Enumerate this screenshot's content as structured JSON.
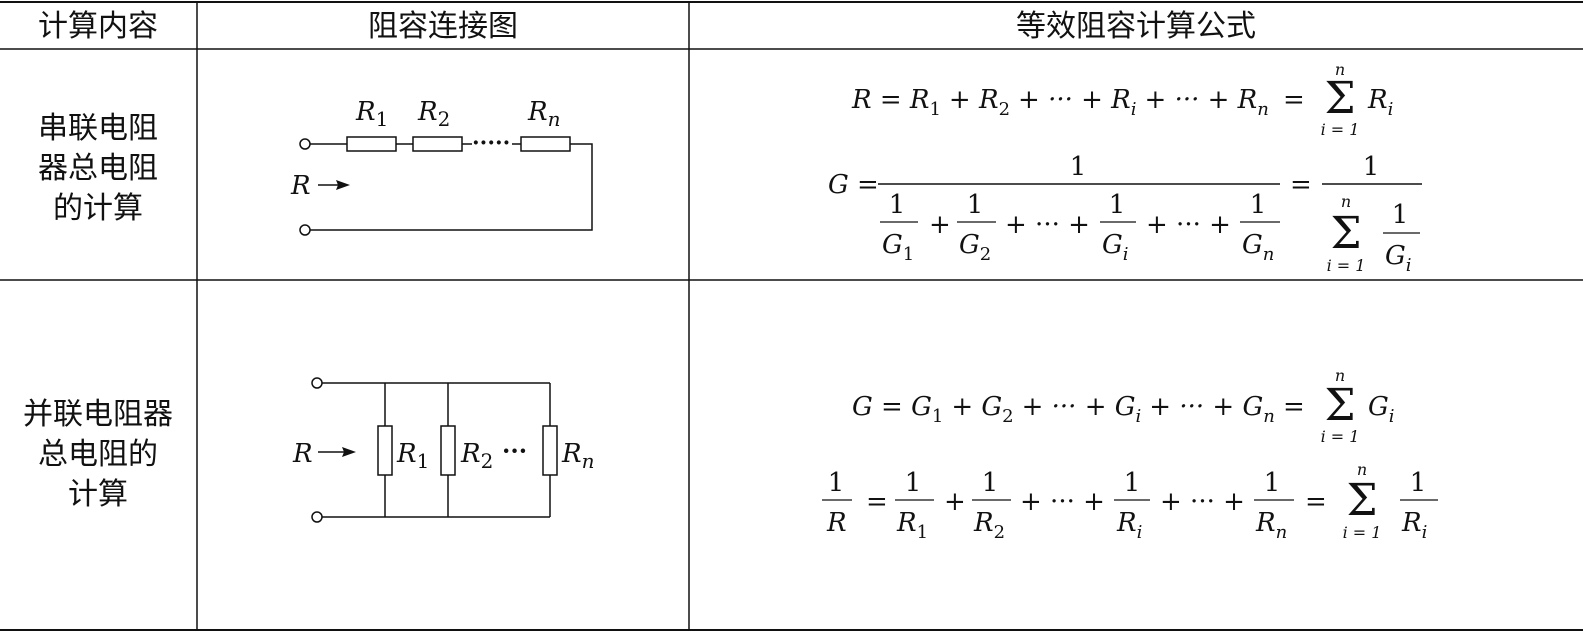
{
  "table": {
    "headers": [
      "计算内容",
      "阻容连接图",
      "等效阻容计算公式"
    ],
    "rows": [
      {
        "label_lines": [
          "串联电阻",
          "器总电阻",
          "的计算"
        ],
        "diagram": {
          "r1_main": "R",
          "r1_sub": "1",
          "r2_main": "R",
          "r2_sub": "2",
          "rn_main": "R",
          "rn_sub": "n",
          "arrow_label": "R",
          "dots": "·····"
        },
        "formula1": {
          "lhs": "R = R",
          "s1": "1",
          "plus_r2": "+ R",
          "s2": "2",
          "dots1": "+ ··· + R",
          "si": "i",
          "dots2": "+ ··· + R",
          "sn": "n",
          "eq_sum": "=",
          "sum_top": "n",
          "sum_sym": "Σ",
          "sum_bottom": "i = 1",
          "term": "R",
          "term_sub": "i"
        },
        "formula2": {
          "lhs": "G =",
          "num": "1",
          "f1_num": "1",
          "f1_den": "G",
          "f1_sub": "1",
          "plus1": "+",
          "f2_num": "1",
          "f2_den": "G",
          "f2_sub": "2",
          "dots1": "+ ··· +",
          "fi_num": "1",
          "fi_den": "G",
          "fi_sub": "i",
          "dots2": "+ ··· +",
          "fn_num": "1",
          "fn_den": "G",
          "fn_sub": "n",
          "eq": "=",
          "rhs_num": "1",
          "sum_top": "n",
          "sum_sym": "Σ",
          "sum_bottom": "i = 1",
          "t_num": "1",
          "t_den": "G",
          "t_sub": "i"
        }
      },
      {
        "label_lines": [
          "并联电阻器",
          "总电阻的",
          "计算"
        ],
        "diagram": {
          "r1_main": "R",
          "r1_sub": "1",
          "r2_main": "R",
          "r2_sub": "2",
          "rn_main": "R",
          "rn_sub": "n",
          "arrow_label": "R",
          "dots": "···"
        },
        "formula1": {
          "lhs": "G = G",
          "s1": "1",
          "plus_g2": "+ G",
          "s2": "2",
          "dots1": "+ ··· + G",
          "si": "i",
          "dots2": "+ ··· + G",
          "sn": "n",
          "eq_sum": "=",
          "sum_top": "n",
          "sum_sym": "Σ",
          "sum_bottom": "i = 1",
          "term": "G",
          "term_sub": "i"
        },
        "formula2": {
          "lhs_num": "1",
          "lhs_den": "R",
          "eq1": "=",
          "f1_num": "1",
          "f1_den": "R",
          "f1_sub": "1",
          "plus1": "+",
          "f2_num": "1",
          "f2_den": "R",
          "f2_sub": "2",
          "dots1": "+ ··· +",
          "fi_num": "1",
          "fi_den": "R",
          "fi_sub": "i",
          "dots2": "+ ··· +",
          "fn_num": "1",
          "fn_den": "R",
          "fn_sub": "n",
          "eq2": "=",
          "sum_top": "n",
          "sum_sym": "Σ",
          "sum_bottom": "i = 1",
          "t_num": "1",
          "t_den": "R",
          "t_sub": "i"
        }
      }
    ]
  }
}
